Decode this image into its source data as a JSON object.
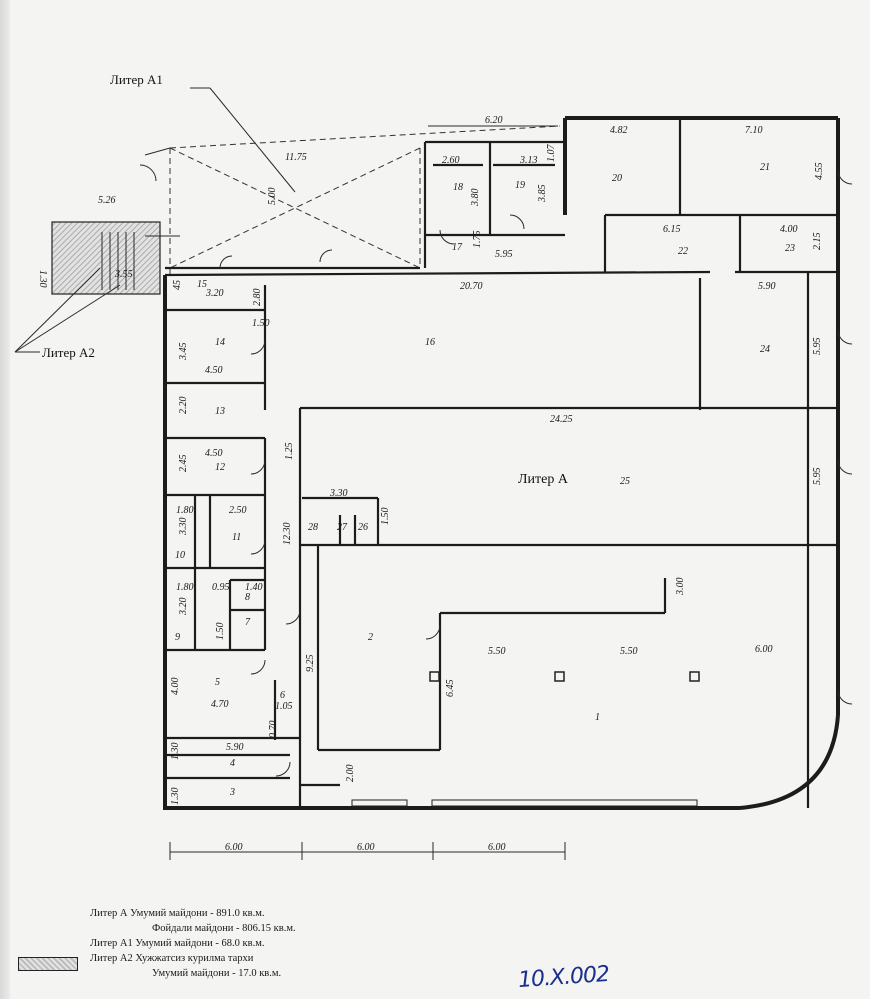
{
  "callouts": {
    "liter_a1": "Литер А1",
    "liter_a2": "Литер А2",
    "liter_a": "Литер А"
  },
  "rooms": [
    "1",
    "2",
    "3",
    "4",
    "5",
    "6",
    "7",
    "8",
    "9",
    "10",
    "11",
    "12",
    "13",
    "14",
    "16",
    "17",
    "18",
    "19",
    "20",
    "21",
    "22",
    "23",
    "24",
    "25",
    "26",
    "27",
    "28"
  ],
  "dimensions": {
    "d_620": "6.20",
    "d_482": "4.82",
    "d_710": "7.10",
    "d_1175": "11.75",
    "d_526": "5.26",
    "d_260": "2.60",
    "d_313": "3.13",
    "d_107": "1.07",
    "d_380": "3.80",
    "d_385": "3.85",
    "d_455": "4.55",
    "d_500": "5.00",
    "d_130": "1.30",
    "d_175": "1.75",
    "d_595a": "5.95",
    "d_615": "6.15",
    "d_400": "4.00",
    "d_215": "2.15",
    "d_355": "3.55",
    "d_45": "45",
    "d_15": "15",
    "d_320": "3.20",
    "d_280": "2.80",
    "d_2070": "20.70",
    "d_590a": "5.90",
    "d_150a": "1.50",
    "d_345": "3.45",
    "d_450a": "4.50",
    "d_595b": "5.95",
    "d_220": "2.20",
    "d_2425": "24.25",
    "d_450b": "4.50",
    "d_125": "1.25",
    "d_245": "2.45",
    "d_595c": "5.95",
    "d_330a": "3.30",
    "d_180a": "1.80",
    "d_250": "2.50",
    "d_1230": "12.30",
    "d_330b": "3.30",
    "d_150b": "1.50",
    "d_180b": "1.80",
    "d_095": "0.95",
    "d_140": "1.40",
    "d_300": "3.00",
    "d_320b": "3.20",
    "d_150c": "1.50",
    "d_925": "9.25",
    "d_550a": "5.50",
    "d_550b": "5.50",
    "d_600a": "6.00",
    "d_645": "6.45",
    "d_400b": "4.00",
    "d_470": "4.70",
    "d_105": "1.05",
    "d_070": "0.70",
    "d_590b": "5.90",
    "d_130b": "1.30",
    "d_200": "2.00",
    "d_130c": "1.30",
    "d_600b": "6.00",
    "d_600c": "6.00",
    "d_600d": "6.00"
  },
  "legend": {
    "line1": "Литер А  Умумий майдони - 891.0 кв.м.",
    "line2": "Фойдали майдони - 806.15 кв.м.",
    "line3": "Литер А1 Умумий майдони - 68.0 кв.м.",
    "line4": "Литер А2 Хужжатсиз курилма тархи",
    "line5": "Умумий майдони - 17.0 кв.м."
  },
  "signature": "10.Х.002"
}
